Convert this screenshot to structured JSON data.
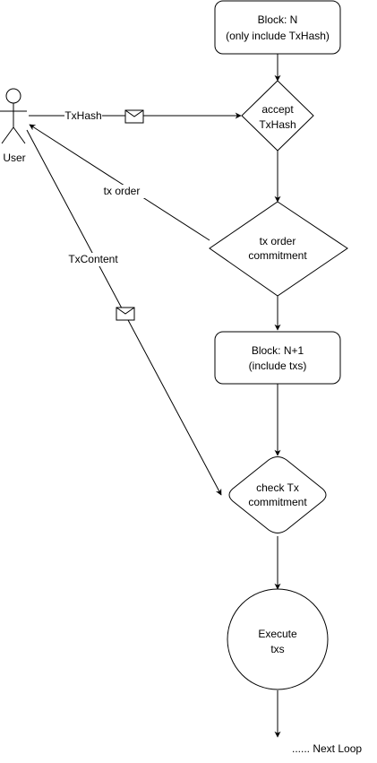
{
  "actor": {
    "label": "User"
  },
  "nodes": {
    "block_n": {
      "shape": "rounded-rectangle",
      "lines": [
        "Block: N",
        "(only include TxHash)"
      ]
    },
    "accept_txhash": {
      "shape": "diamond",
      "lines": [
        "accept",
        "TxHash"
      ]
    },
    "tx_order_commitment": {
      "shape": "diamond",
      "lines": [
        "tx order",
        "commitment"
      ]
    },
    "block_n1": {
      "shape": "rounded-rectangle",
      "lines": [
        "Block: N+1",
        "(include txs)"
      ]
    },
    "check_tx_commitment": {
      "shape": "rounded-diamond",
      "lines": [
        "check Tx",
        "commitment"
      ]
    },
    "execute_txs": {
      "shape": "circle",
      "lines": [
        "Execute",
        "txs"
      ]
    }
  },
  "edges": {
    "txhash": {
      "label": "TxHash",
      "icon": "envelope-icon",
      "from": "User",
      "to": "accept TxHash"
    },
    "tx_order": {
      "label": "tx order",
      "from": "tx order commitment",
      "to": "User"
    },
    "txcontent": {
      "label": "TxContent",
      "icon": "envelope-icon",
      "from": "User",
      "to": "check Tx commitment"
    }
  },
  "footer": {
    "next_loop": "...... Next Loop"
  },
  "colors": {
    "stroke": "#000000",
    "fill": "#ffffff",
    "text": "#000000"
  }
}
